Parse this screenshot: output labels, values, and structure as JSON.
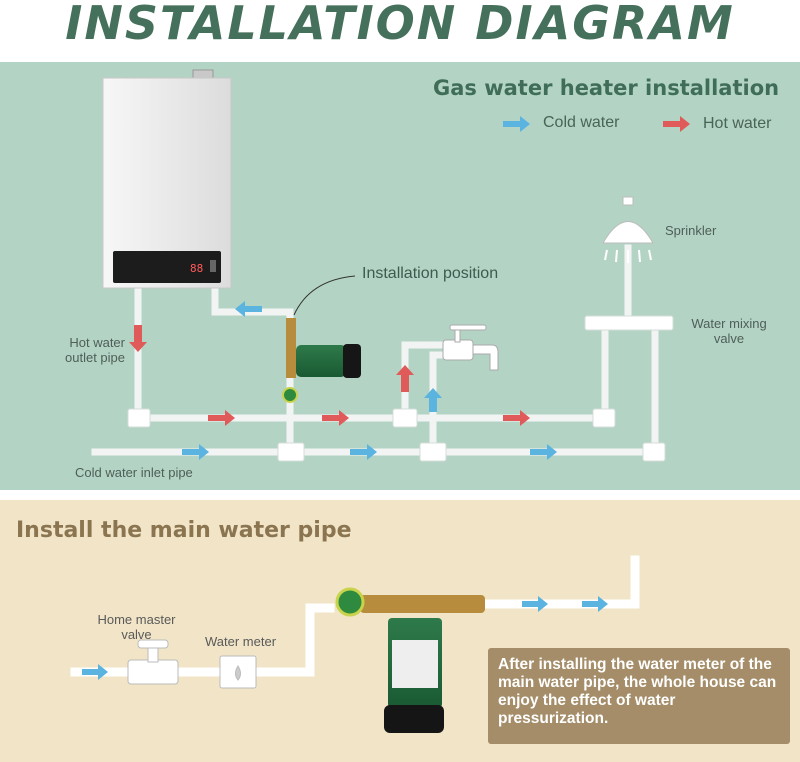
{
  "title": "INSTALLATION DIAGRAM",
  "top_section": {
    "title": "Gas water heater installation",
    "legend": {
      "cold_label": "Cold water",
      "hot_label": "Hot water",
      "cold_color": "#5bb3e0",
      "hot_color": "#e05a5a"
    },
    "labels": {
      "installation_position": "Installation position",
      "sprinkler": "Sprinkler",
      "water_mixing_valve": "Water mixing valve",
      "hot_water_outlet_pipe": "Hot water outlet pipe",
      "cold_water_inlet_pipe": "Cold water inlet pipe"
    },
    "heater_display": "88"
  },
  "bottom_section": {
    "title": "Install the main water pipe",
    "labels": {
      "home_master_valve": "Home master valve",
      "water_meter": "Water meter"
    },
    "note": "After installing the water meter of the main water pipe, the whole house can enjoy the effect of water pressurization."
  }
}
